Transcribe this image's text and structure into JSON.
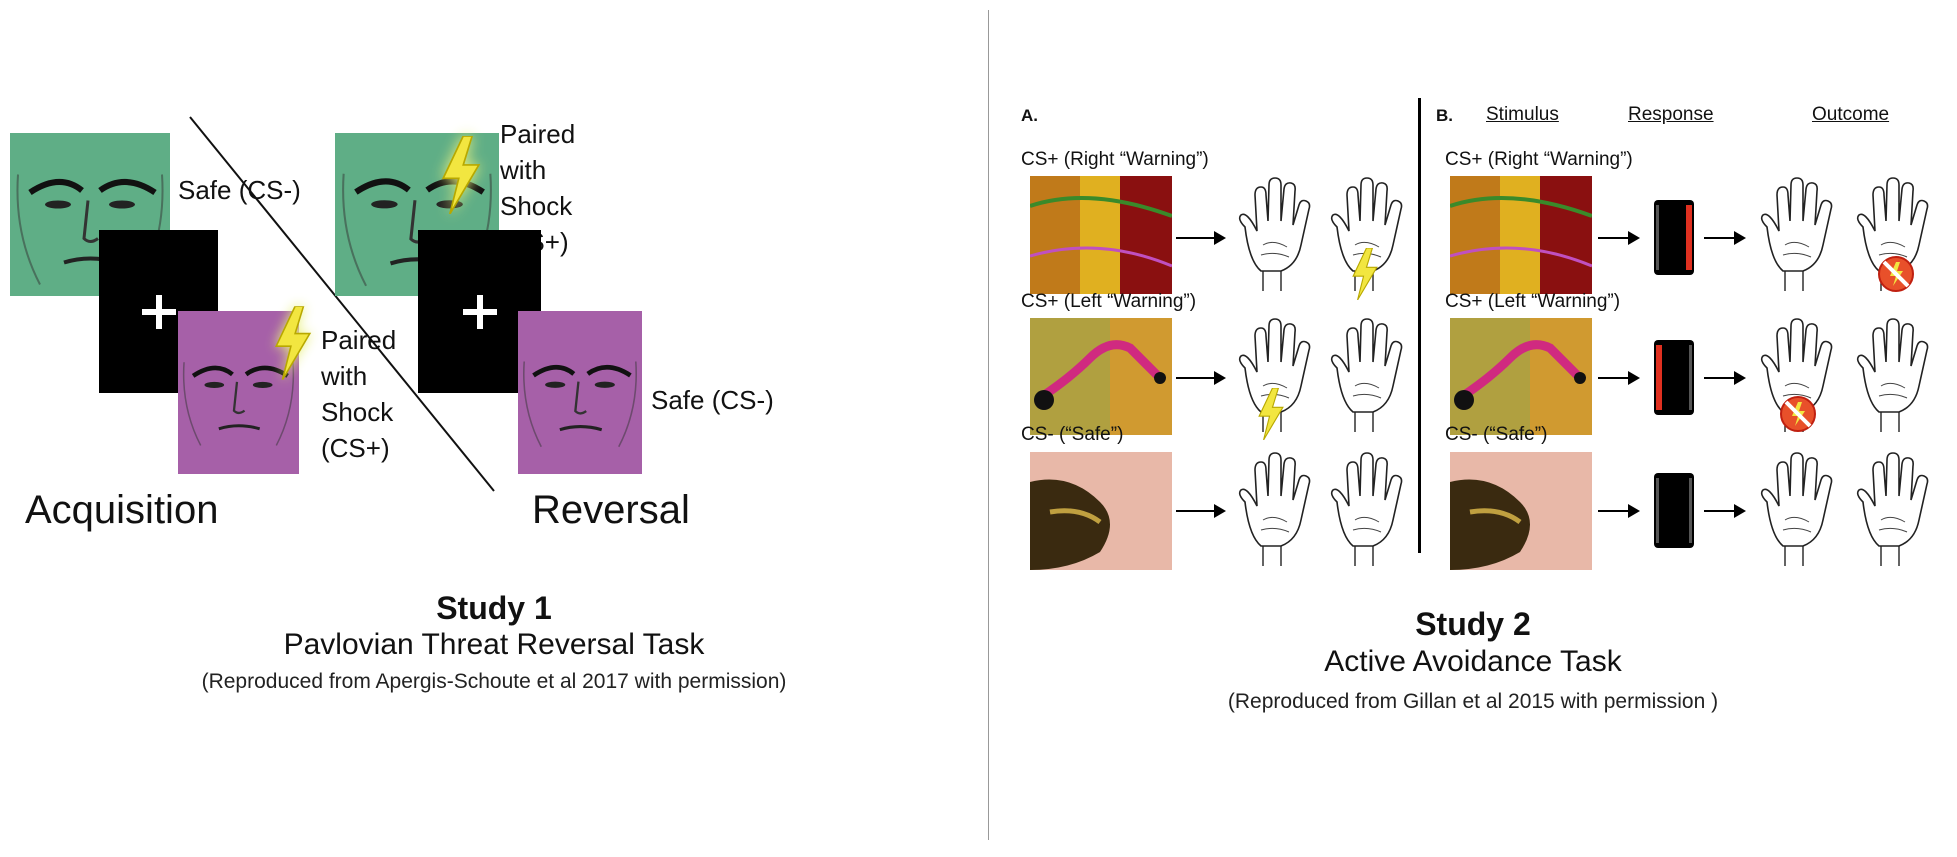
{
  "left": {
    "safe_top": "Safe (CS-)",
    "paired_top": "Paired\nwith\nShock\n(CS+)",
    "paired_bottom": "Paired\nwith\nShock\n(CS+)",
    "safe_bottom": "Safe (CS-)",
    "acquisition": "Acquisition",
    "reversal": "Reversal",
    "study_title": "Study 1",
    "study_subtitle": "Pavlovian Threat Reversal Task",
    "study_note": "(Reproduced from Apergis-Schoute et al 2017 with permission)"
  },
  "right": {
    "panel_a_label": "A.",
    "panel_b_label": "B.",
    "col_stimulus": "Stimulus",
    "col_response": "Response",
    "col_outcome": "Outcome",
    "a_row1": "CS+ (Right “Warning”)",
    "a_row2": "CS+ (Left “Warning”)",
    "a_row3": "CS- (“Safe”)",
    "b_row1": "CS+ (Right “Warning”)",
    "b_row2": "CS+ (Left “Warning”)",
    "b_row3": "CS- (“Safe”)",
    "study_title": "Study 2",
    "study_subtitle": "Active Avoidance Task",
    "study_note": "(Reproduced from Gillan et al 2015 with permission )"
  },
  "colors": {
    "face_green": "#5fae86",
    "face_purple": "#a660a8",
    "shock_yellow": "#f2e640",
    "response_red": "#e03020"
  }
}
